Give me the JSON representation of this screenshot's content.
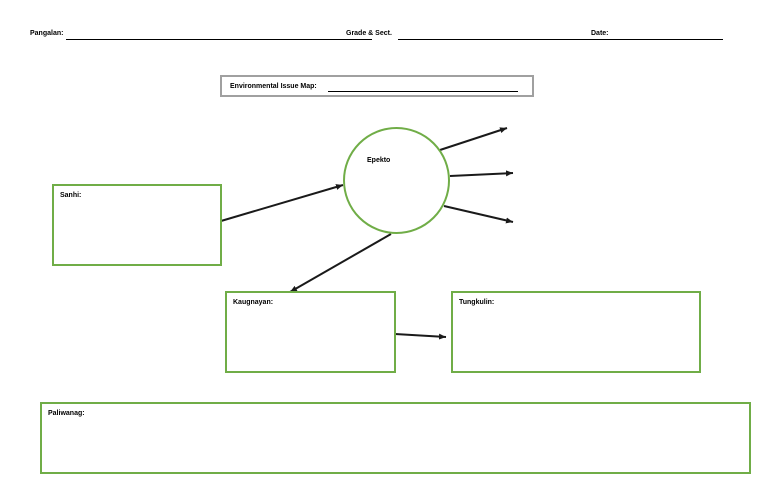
{
  "header": {
    "pangalan_label": "Pangalan: ",
    "grade_label": "Grade & Sect. ",
    "date_label": "Date: "
  },
  "map_title": {
    "label": "Environmental Issue Map: "
  },
  "boxes": {
    "sanhi": "Sanhi:",
    "epekto": "Epekto",
    "kaugnayan": "Kaugnayan:",
    "tungkulin": "Tungkulin:",
    "paliwanag": "Paliwanag:"
  },
  "colors": {
    "box_border": "#70ad47",
    "title_border": "#a0a0a0",
    "arrow": "#1a1a1a"
  }
}
